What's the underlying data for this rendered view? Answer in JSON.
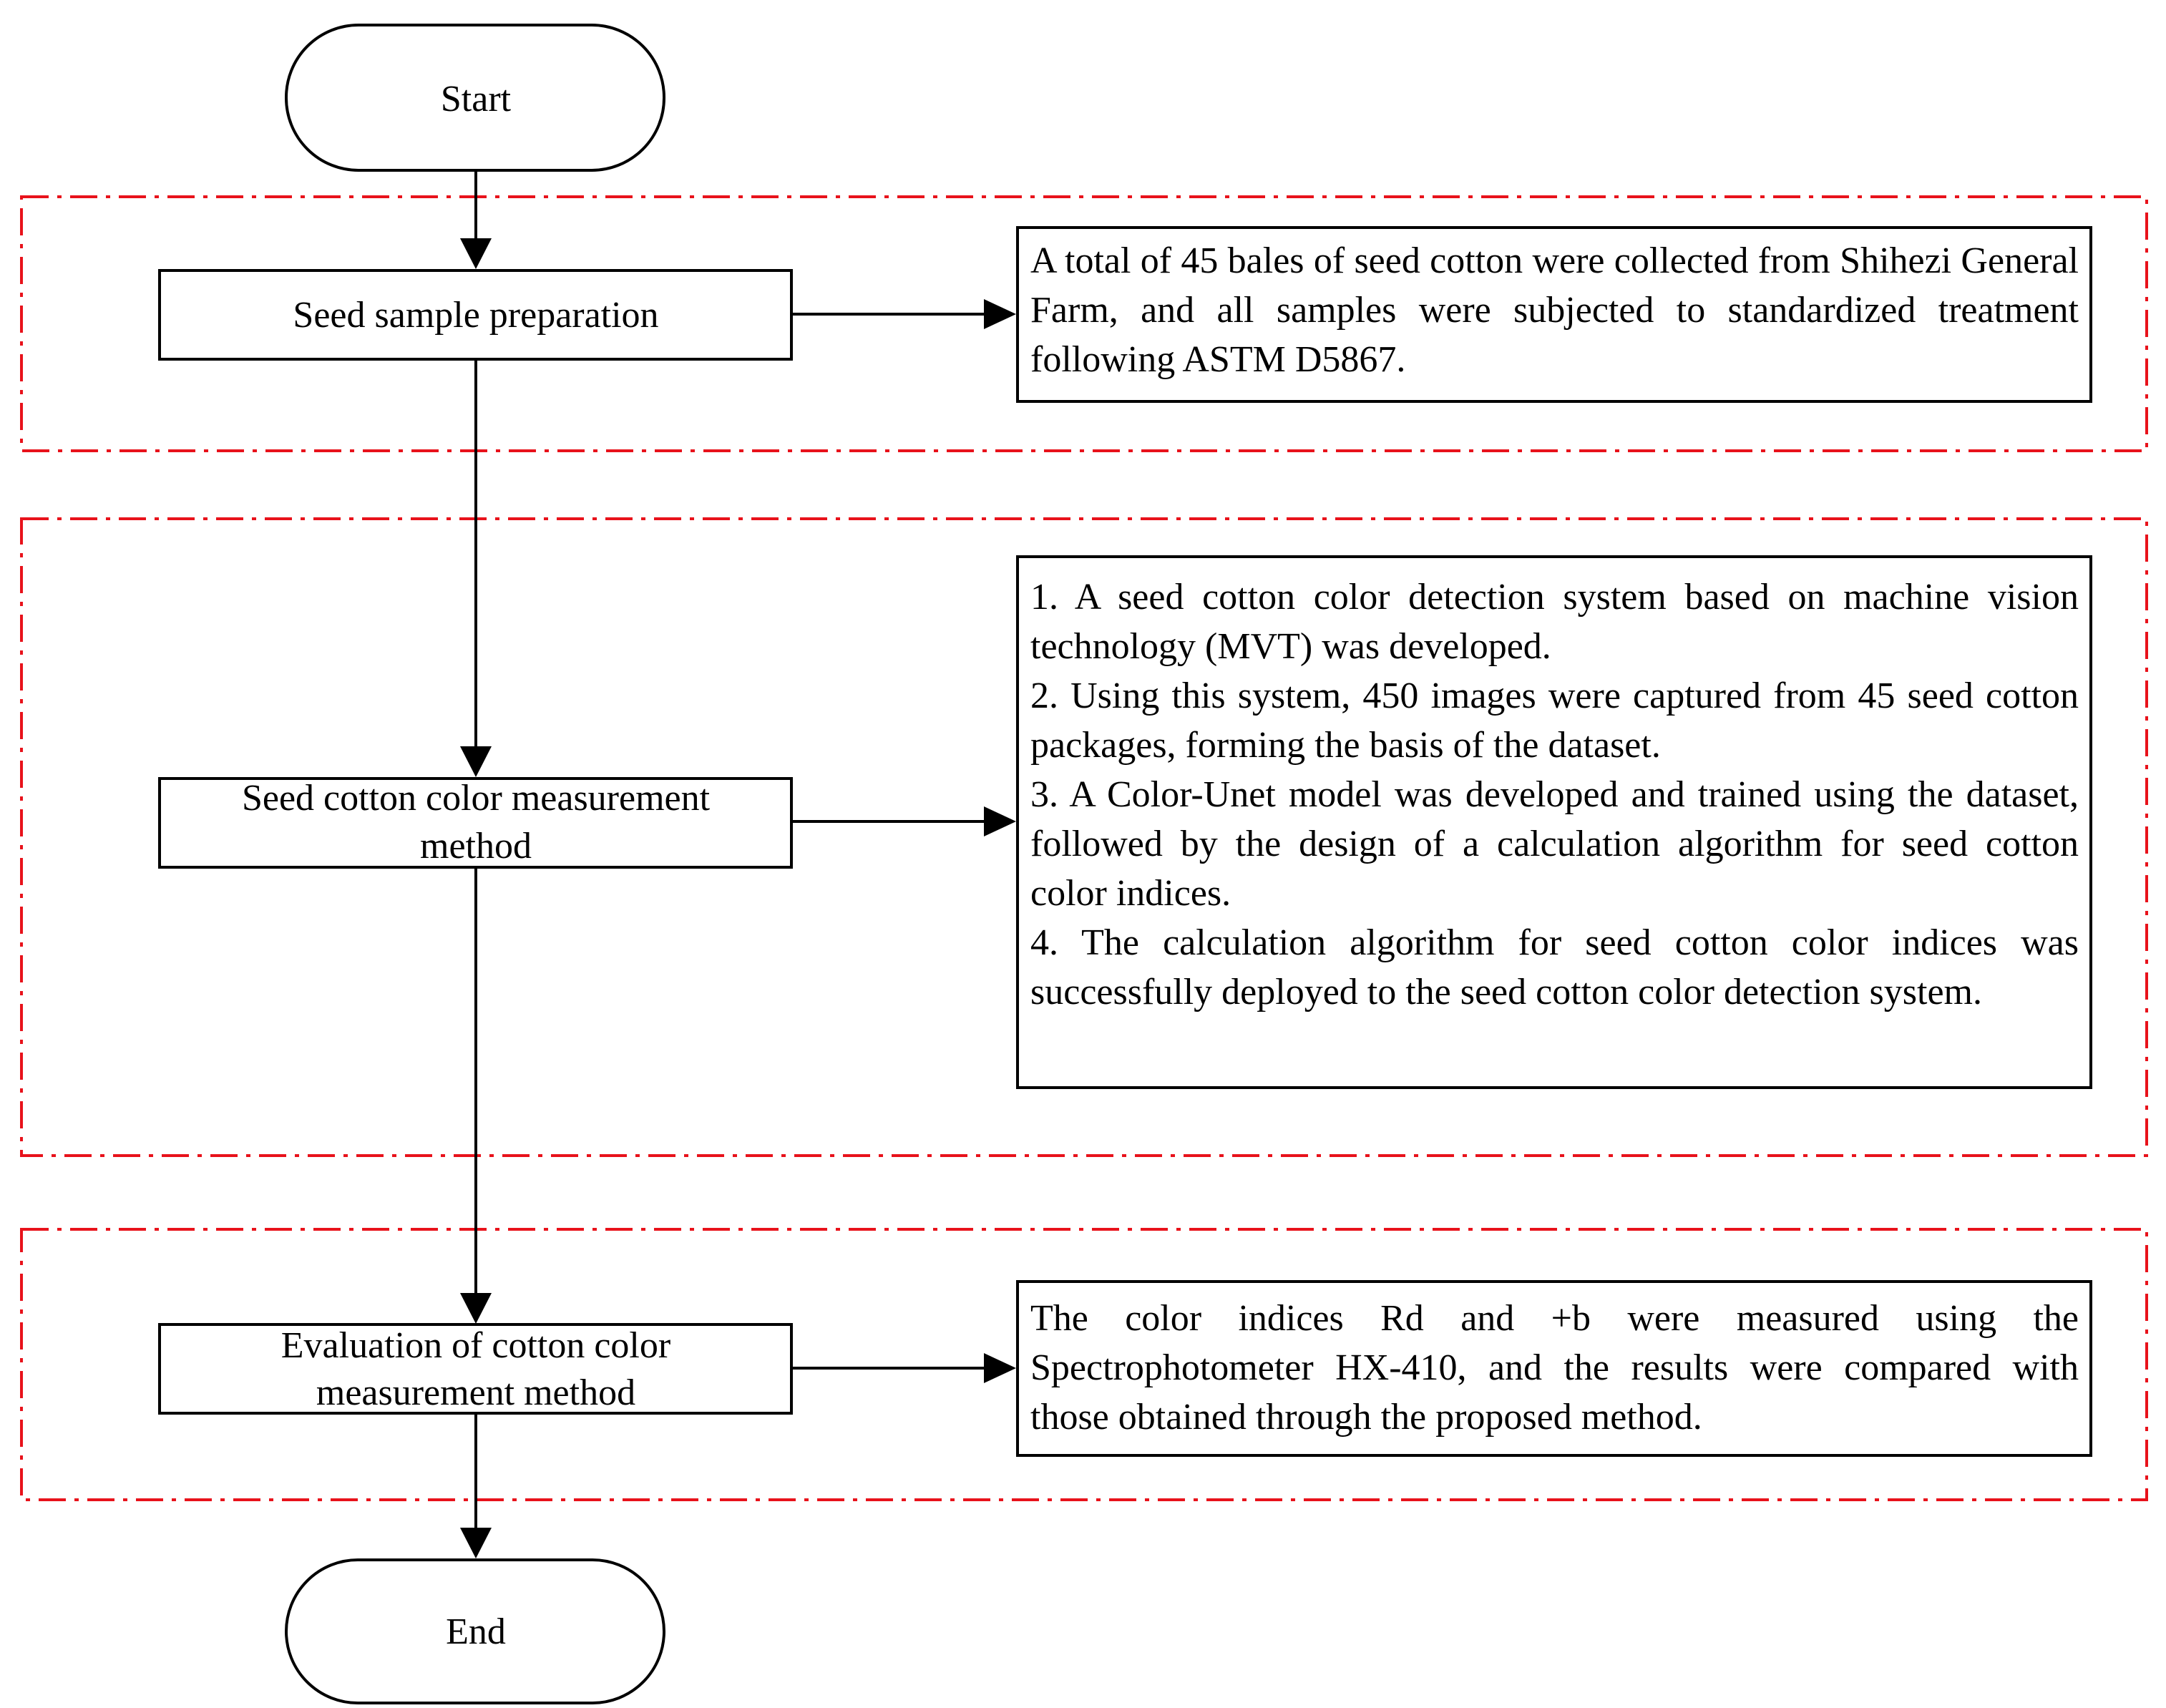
{
  "terminals": {
    "start": "Start",
    "end": "End"
  },
  "steps": [
    {
      "label_lines": [
        "Seed sample preparation"
      ]
    },
    {
      "label_lines": [
        "Seed cotton color measurement",
        "method"
      ]
    },
    {
      "label_lines": [
        "Evaluation of cotton color",
        "measurement method"
      ]
    }
  ],
  "descriptions": [
    {
      "paragraphs": [
        "A total of 45 bales of seed cotton were collected from Shihezi General Farm, and all samples were subjected to standardized treatment following ASTM D5867."
      ]
    },
    {
      "paragraphs": [
        "1. A seed cotton color detection system based on machine vision technology (MVT) was developed.",
        "2. Using this system, 450 images were captured from 45 seed cotton packages, forming the basis of the dataset.",
        "3. A Color-Unet model was developed and trained using the dataset, followed by the design of a calculation algorithm for seed cotton color indices.",
        "4. The calculation algorithm for seed cotton color indices was successfully deployed to the seed cotton color detection system."
      ]
    },
    {
      "paragraphs": [
        "The color indices Rd and +b were measured using the Spectrophotometer HX-410, and the results were compared with those obtained through the proposed method."
      ]
    }
  ],
  "colors": {
    "stroke": "#000000",
    "group_border": "#e8121b"
  }
}
